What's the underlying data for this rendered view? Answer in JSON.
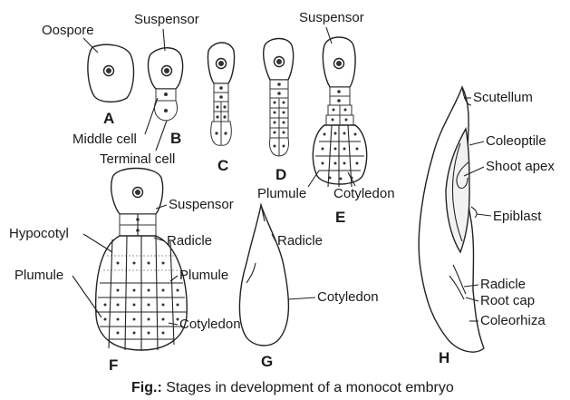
{
  "labels": {
    "oospore": "Oospore",
    "suspensor_top_b": "Suspensor",
    "suspensor_top_e": "Suspensor",
    "middle_cell": "Middle cell",
    "terminal_cell": "Terminal cell",
    "plumule_e": "Plumule",
    "cotyledon_e": "Cotyledon",
    "hypocotyl": "Hypocotyl",
    "suspensor_f": "Suspensor",
    "radicle_f": "Radicle",
    "plumule_f_left": "Plumule",
    "plumule_f_right": "Plumule",
    "cotyledon_f": "Cotyledon",
    "radicle_g": "Radicle",
    "cotyledon_g": "Cotyledon",
    "scutellum": "Scutellum",
    "coleoptile": "Coleoptile",
    "shoot_apex": "Shoot apex",
    "epiblast": "Epiblast",
    "radicle_h": "Radicle",
    "root_cap": "Root cap",
    "coleorhiza": "Coleorhiza"
  },
  "stage_letters": {
    "a": "A",
    "b": "B",
    "c": "C",
    "d": "D",
    "e": "E",
    "f": "F",
    "g": "G",
    "h": "H"
  },
  "caption": {
    "prefix": "Fig.:",
    "text": " Stages in development of a monocot embryo"
  }
}
